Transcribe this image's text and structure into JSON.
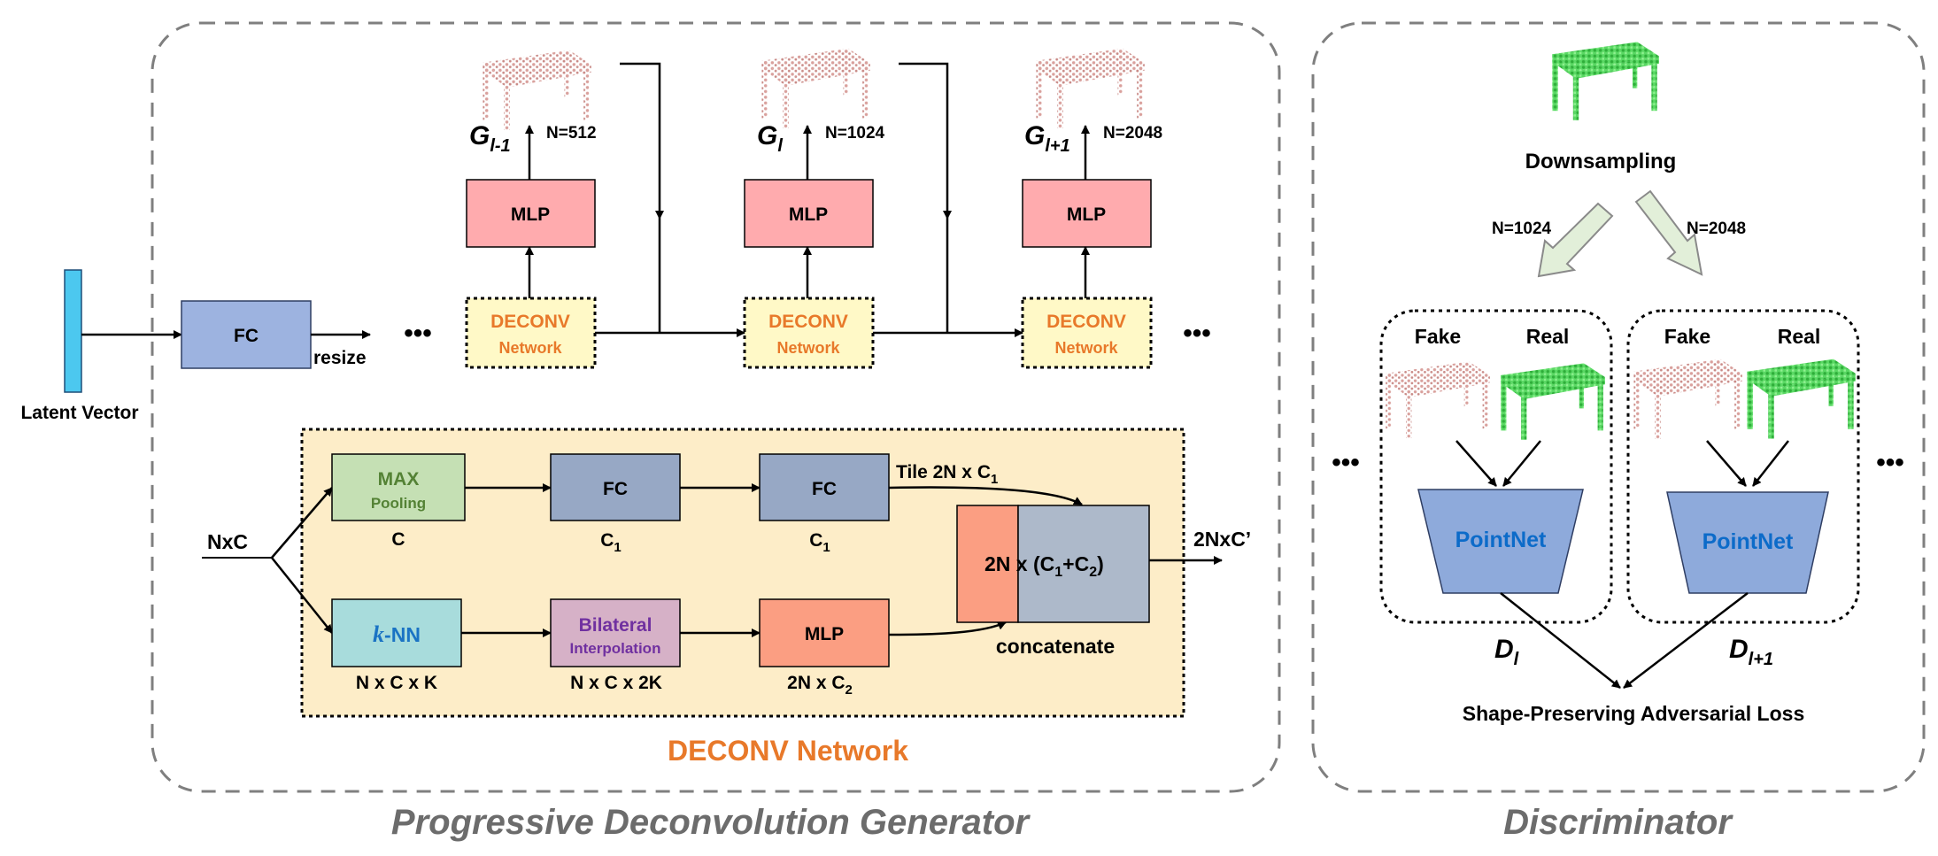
{
  "generator": {
    "title": "Progressive Deconvolution Generator",
    "latent_label": "Latent Vector",
    "fc_label": "FC",
    "resize_label": "resize",
    "ellipsis": "•••",
    "stages": [
      {
        "mlp": "MLP",
        "deconv_top": "DECONV",
        "deconv_bottom": "Network",
        "g_base": "G",
        "g_sub": "l-1",
        "n": "N=512"
      },
      {
        "mlp": "MLP",
        "deconv_top": "DECONV",
        "deconv_bottom": "Network",
        "g_base": "G",
        "g_sub": "l",
        "n": "N=1024"
      },
      {
        "mlp": "MLP",
        "deconv_top": "DECONV",
        "deconv_bottom": "Network",
        "g_base": "G",
        "g_sub": "l+1",
        "n": "N=2048"
      }
    ]
  },
  "deconv": {
    "title": "DECONV Network",
    "input": "NxC",
    "output": "2NxC’",
    "max_top": "MAX",
    "max_bottom": "Pooling",
    "max_dim": "C",
    "fc1": "FC",
    "fc1_dim_base": "C",
    "fc1_dim_sub": "1",
    "fc2": "FC",
    "fc2_dim_base": "C",
    "fc2_dim_sub": "1",
    "tile_base": "Tile 2N x C",
    "tile_sub": "1",
    "knn_k": "k",
    "knn_rest": "-NN",
    "knn_dim": "N x C x K",
    "bil_top": "Bilateral",
    "bil_bottom": "Interpolation",
    "bil_dim": "N x C x 2K",
    "mlp": "MLP",
    "mlp_dim_base": "2N x C",
    "mlp_dim_sub": "2",
    "concat_a": "2N x (C",
    "concat_a_sub": "1",
    "concat_b": "+C",
    "concat_b_sub": "2",
    "concat_c": ")",
    "concat_label": "concatenate"
  },
  "discriminator": {
    "title": "Discriminator",
    "downsampling": "Downsampling",
    "n_left": "N=1024",
    "n_right": "N=2048",
    "fake": "Fake",
    "real": "Real",
    "pointnet": "PointNet",
    "d_left_base": "D",
    "d_left_sub": "l",
    "d_right_base": "D",
    "d_right_sub": "l+1",
    "loss": "Shape-Preserving Adversarial Loss",
    "ellipsis": "•••"
  },
  "colors": {
    "pink_box": "#ffabae",
    "fc_blue": "#9db3e0",
    "deconv_fill": "#fff9c7",
    "deconv_text": "#e8792a",
    "panel_bg": "#fdedc8",
    "max_fill": "#c5e0b4",
    "max_text": "#548235",
    "fc_gray": "#97a8c5",
    "knn_fill": "#a8dcdc",
    "knn_text": "#1a73c4",
    "bil_fill": "#d6b1c7",
    "bil_text": "#7030a0",
    "salmon": "#fb9e82",
    "concat_gray": "#adb9ca",
    "pointnet_fill": "#8eaadb",
    "pointnet_text": "#0c6bc9",
    "latent": "#4cc8ef",
    "gray_title": "#6c6c6c",
    "red_cloud": "#d9a09c",
    "green_cloud": "#3ecf4d",
    "arrow_fill": "#e2efd9"
  }
}
